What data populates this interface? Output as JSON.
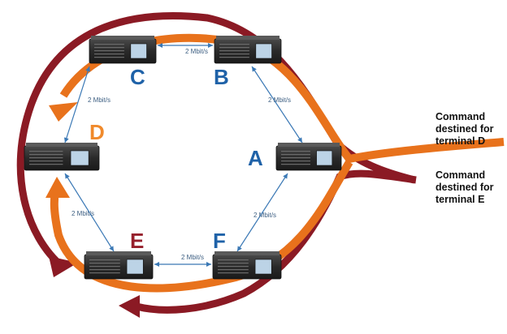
{
  "colors": {
    "command_d": "#e8721c",
    "command_e": "#8b1a24",
    "link": "#3a78b5",
    "letter_blue": "#1f62a8",
    "letter_orange": "#f08a2c",
    "letter_red": "#96202c",
    "device_body": "#2c2c2c",
    "device_screen": "#bcd3e6"
  },
  "terminals": [
    {
      "id": "A",
      "letter": "A",
      "color": "letter_blue"
    },
    {
      "id": "B",
      "letter": "B",
      "color": "letter_blue"
    },
    {
      "id": "C",
      "letter": "C",
      "color": "letter_blue"
    },
    {
      "id": "D",
      "letter": "D",
      "color": "letter_orange"
    },
    {
      "id": "E",
      "letter": "E",
      "color": "letter_red"
    },
    {
      "id": "F",
      "letter": "F",
      "color": "letter_blue"
    }
  ],
  "links": [
    {
      "from": "C",
      "to": "B",
      "label": "2 Mbit/s"
    },
    {
      "from": "B",
      "to": "A",
      "label": "2 Mbit/s"
    },
    {
      "from": "C",
      "to": "D",
      "label": "2 Mbit/s"
    },
    {
      "from": "D",
      "to": "E",
      "label": "2 Mbit/s"
    },
    {
      "from": "E",
      "to": "F",
      "label": "2 Mbit/s"
    },
    {
      "from": "F",
      "to": "A",
      "label": "2 Mbit/s"
    }
  ],
  "commands": [
    {
      "id": "command-d",
      "lines": [
        "Command",
        "destined for",
        "terminal D"
      ],
      "color": "command_d"
    },
    {
      "id": "command-e",
      "lines": [
        "Command",
        "destined for",
        "terminal E"
      ],
      "color": "command_e"
    }
  ]
}
